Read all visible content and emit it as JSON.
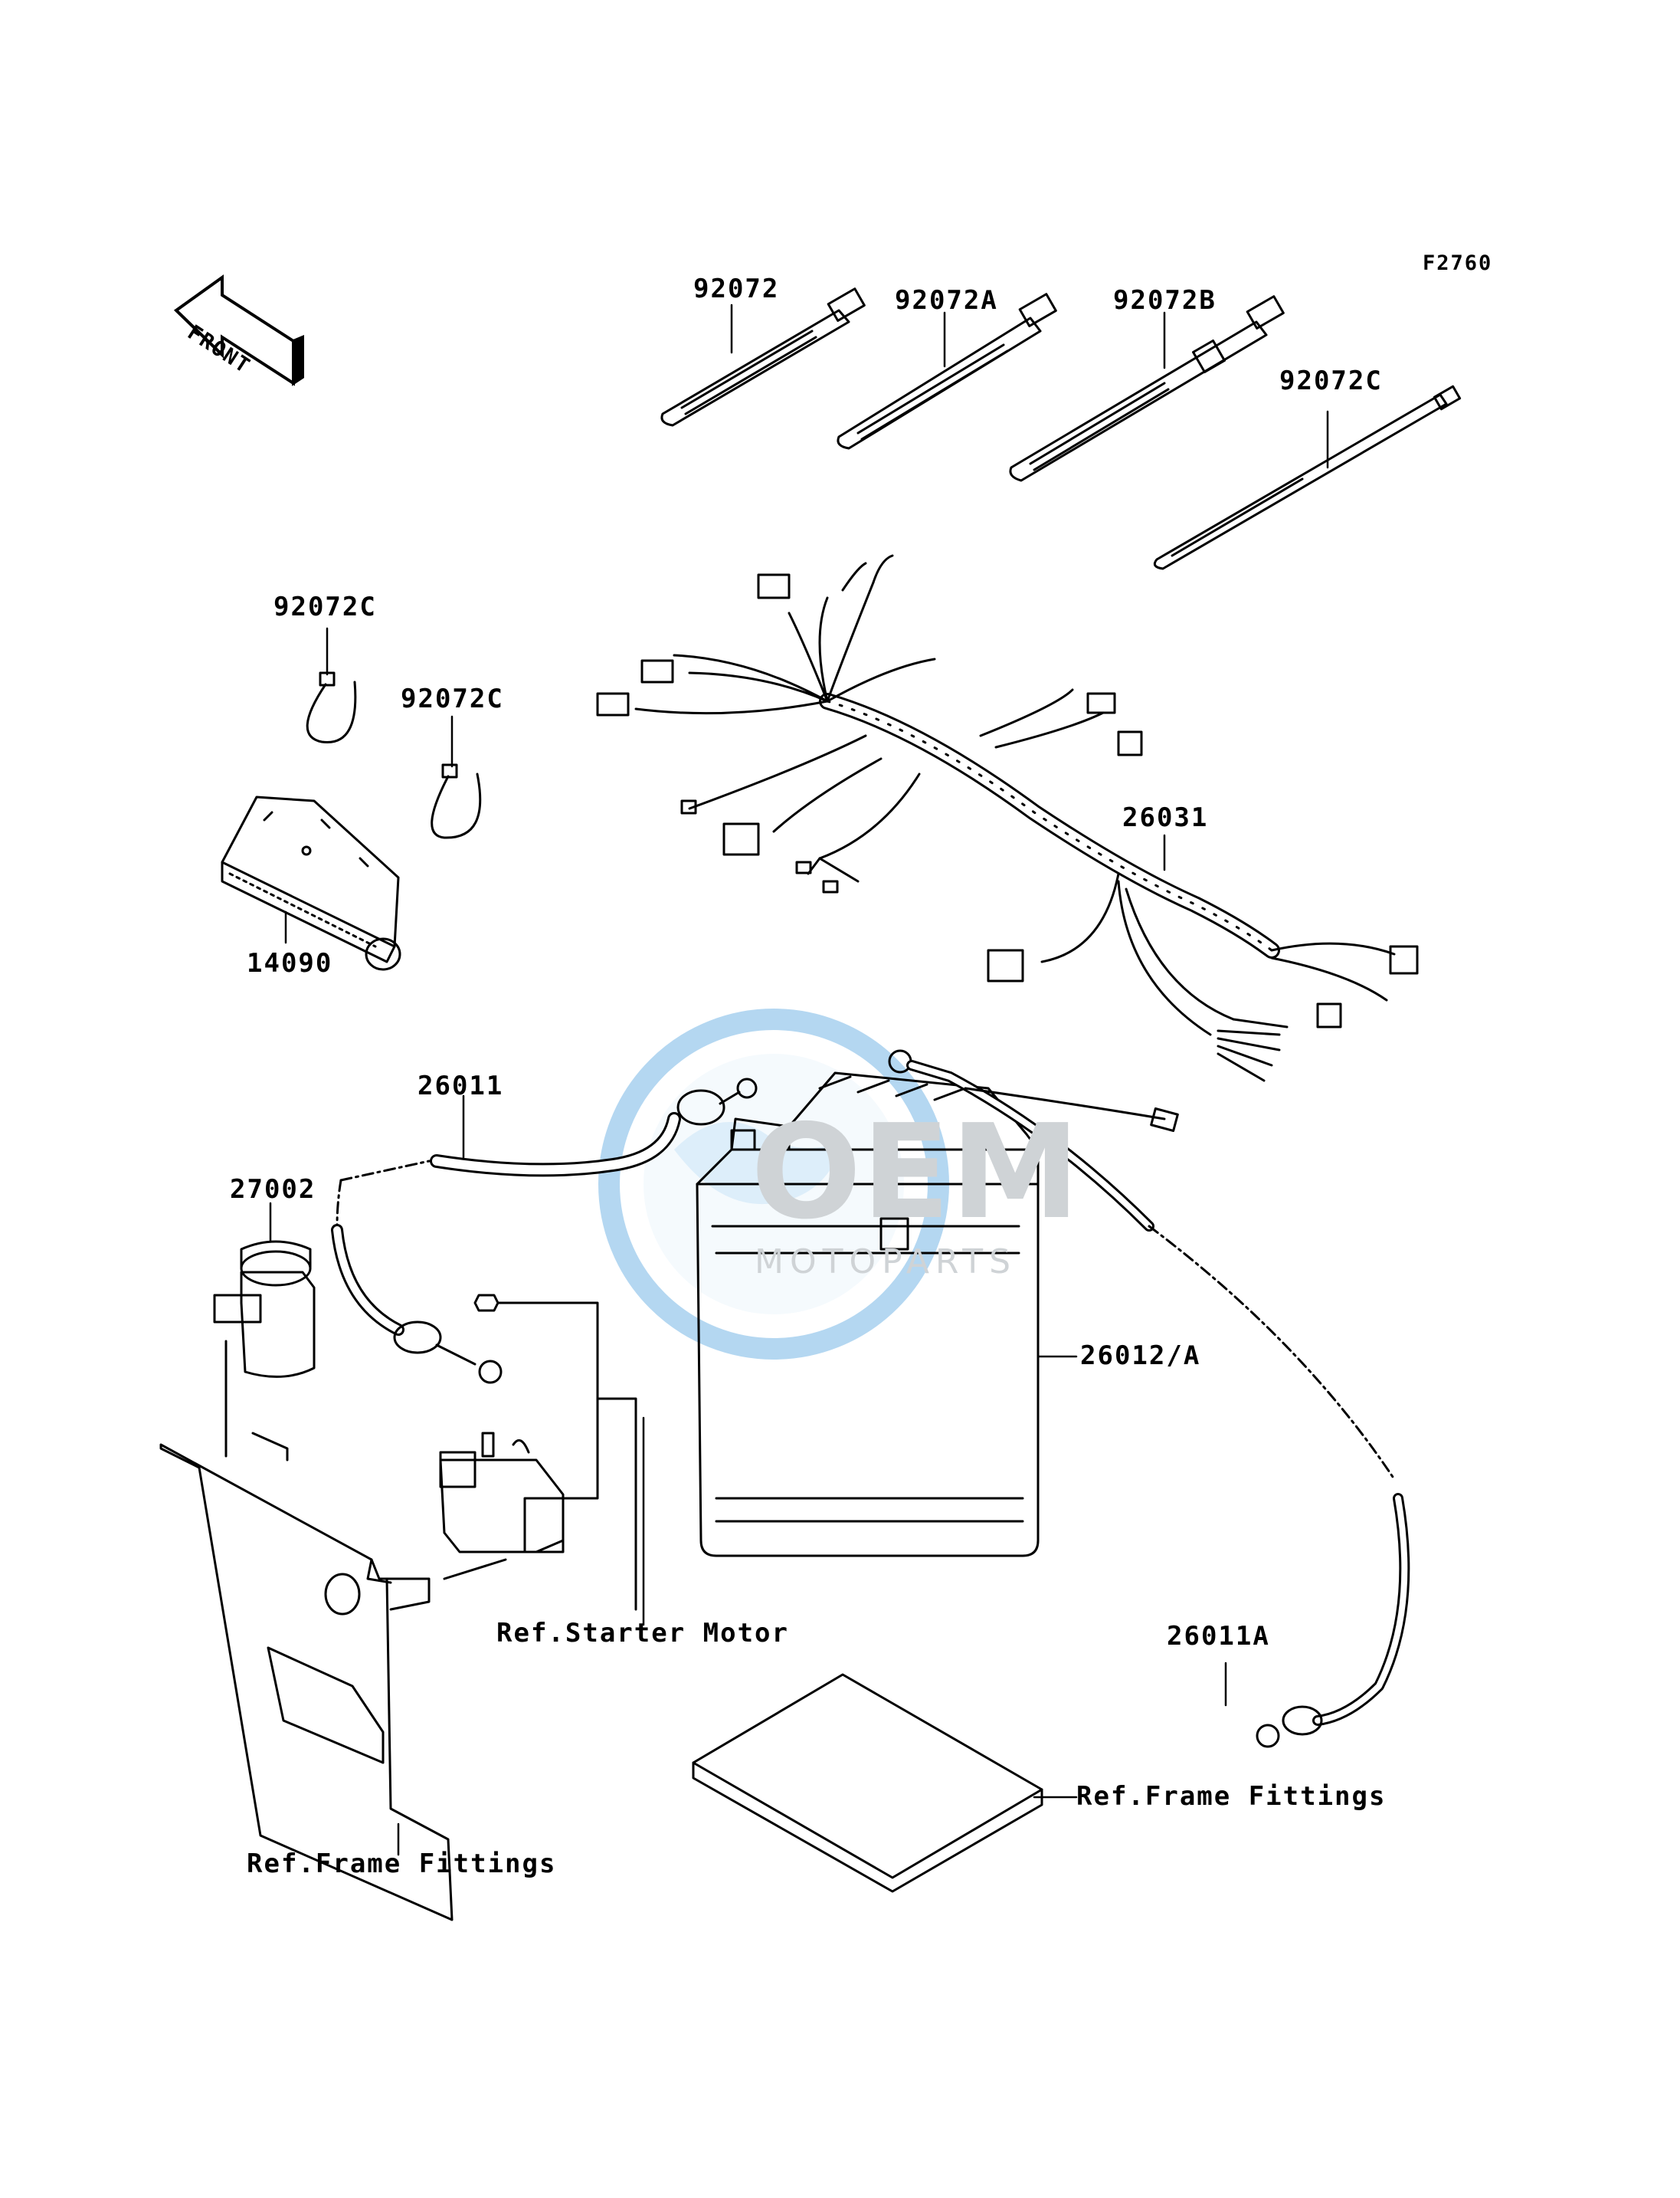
{
  "figure_code": "F2760",
  "front_label": "FRONT",
  "watermark": {
    "big": "OEM",
    "small": "MOTOPARTS",
    "accent": "#2a8fd8"
  },
  "parts": {
    "tie_92072": "92072",
    "tie_92072a": "92072A",
    "tie_92072b": "92072B",
    "tie_92072c_top": "92072C",
    "tie_92072c_left1": "92072C",
    "tie_92072c_left2": "92072C",
    "bracket_14090": "14090",
    "harness_26031": "26031",
    "cable_26011": "26011",
    "relay_27002": "27002",
    "battery_26012a": "26012/A",
    "cable_26011a": "26011A"
  },
  "refs": {
    "starter_motor": "Ref.Starter Motor",
    "frame_fittings_right": "Ref.Frame Fittings",
    "frame_fittings_left": "Ref.Frame Fittings"
  }
}
